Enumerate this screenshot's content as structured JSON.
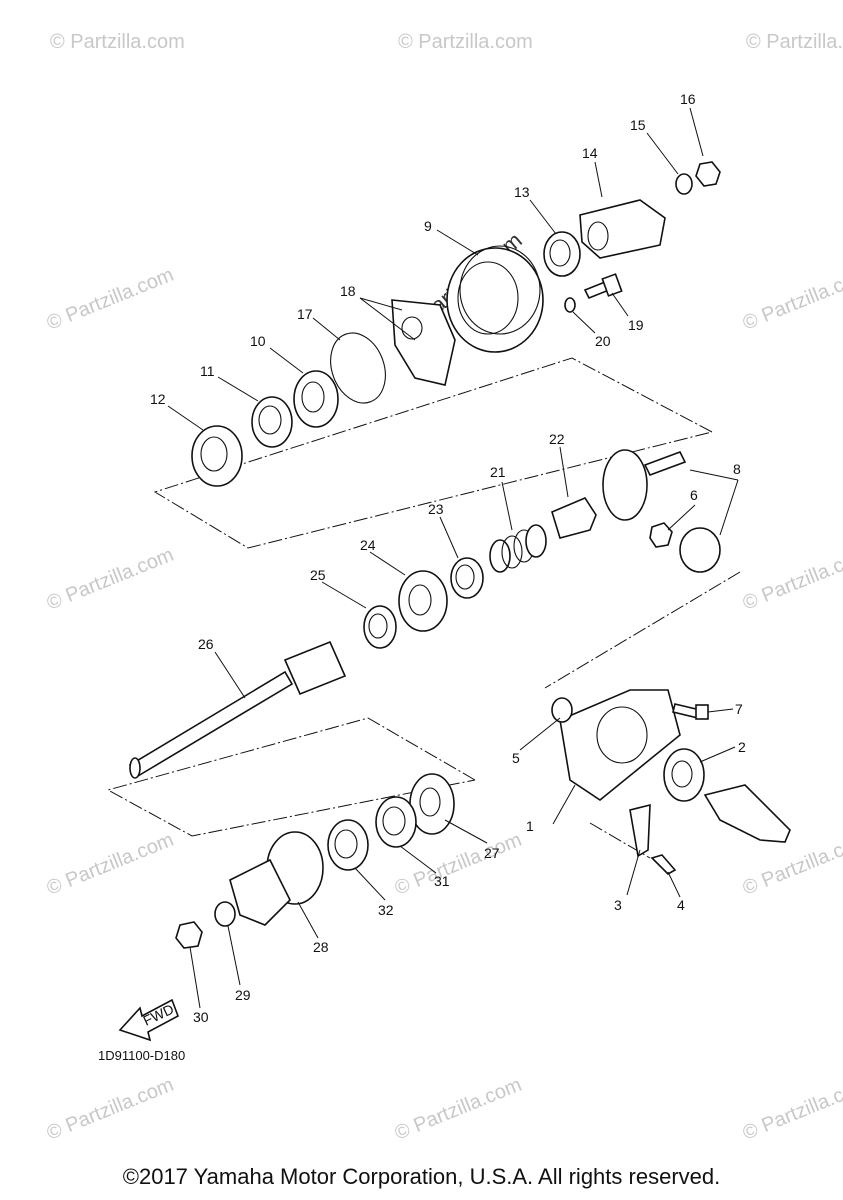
{
  "diagram": {
    "code": "1D91100-D180",
    "copyright": "©2017 Yamaha Motor Corporation, U.S.A. All rights reserved.",
    "fwd_label": "FWD",
    "watermark": "© Partzilla.com",
    "center_watermark": "© Partzilla.com"
  },
  "callouts": [
    {
      "id": "1",
      "label": "1"
    },
    {
      "id": "2",
      "label": "2"
    },
    {
      "id": "3",
      "label": "3"
    },
    {
      "id": "4",
      "label": "4"
    },
    {
      "id": "5",
      "label": "5"
    },
    {
      "id": "6",
      "label": "6"
    },
    {
      "id": "7",
      "label": "7"
    },
    {
      "id": "8",
      "label": "8"
    },
    {
      "id": "9",
      "label": "9"
    },
    {
      "id": "10",
      "label": "10"
    },
    {
      "id": "11",
      "label": "11"
    },
    {
      "id": "12",
      "label": "12"
    },
    {
      "id": "13",
      "label": "13"
    },
    {
      "id": "14",
      "label": "14"
    },
    {
      "id": "15",
      "label": "15"
    },
    {
      "id": "16",
      "label": "16"
    },
    {
      "id": "17",
      "label": "17"
    },
    {
      "id": "18",
      "label": "18"
    },
    {
      "id": "19",
      "label": "19"
    },
    {
      "id": "20",
      "label": "20"
    },
    {
      "id": "21",
      "label": "21"
    },
    {
      "id": "22",
      "label": "22"
    },
    {
      "id": "23",
      "label": "23"
    },
    {
      "id": "24",
      "label": "24"
    },
    {
      "id": "25",
      "label": "25"
    },
    {
      "id": "26",
      "label": "26"
    },
    {
      "id": "27",
      "label": "27"
    },
    {
      "id": "28",
      "label": "28"
    },
    {
      "id": "29",
      "label": "29"
    },
    {
      "id": "30",
      "label": "30"
    },
    {
      "id": "31",
      "label": "31"
    },
    {
      "id": "32",
      "label": "32"
    }
  ]
}
